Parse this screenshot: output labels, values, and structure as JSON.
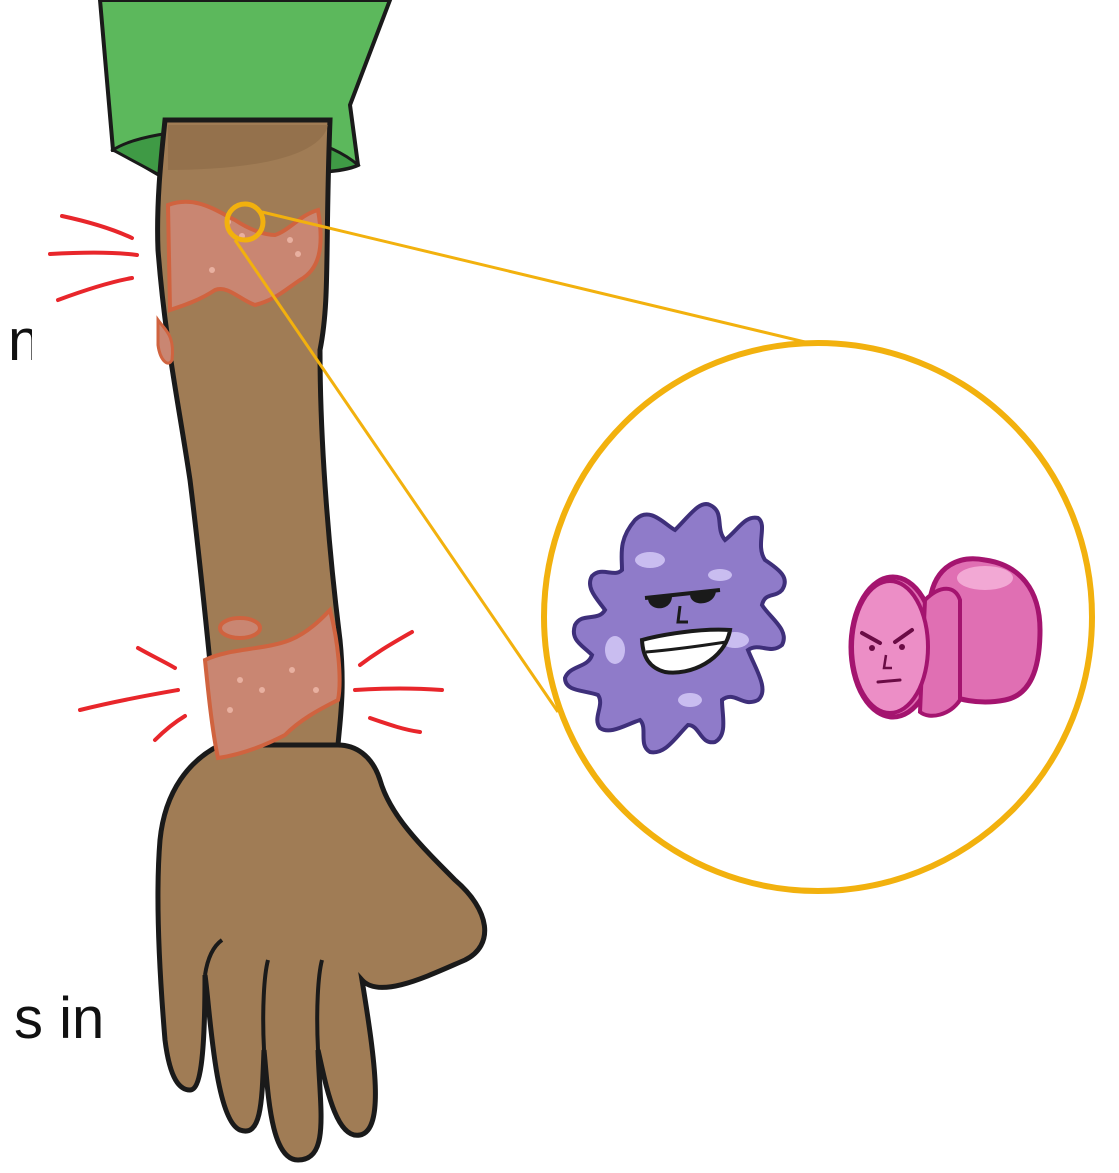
{
  "page": {
    "background": "#ffffff"
  },
  "text_fragments": {
    "top_left": "n",
    "bottom_left": "s in"
  },
  "colors": {
    "sleeve": "#5cb85c",
    "sleeve_dark": "#3f9a45",
    "skin": "#a07c55",
    "skin_shade": "#8c6a46",
    "patch": "#c98672",
    "patch_outline": "#d0633f",
    "zoom_circle": "#f2b10e",
    "itch_marks": "#e8262b",
    "immune_cell": "#8f7bc9",
    "immune_cell_light": "#c9bdf0",
    "immune_cell_outline": "#3e2f7a",
    "t_cell": "#e06fb3",
    "t_cell_light": "#f2a8d4",
    "t_cell_outline": "#a4146f",
    "outline": "#1a1a1a"
  },
  "illustration": {
    "subject": "arm-with-skin-patches",
    "zoom_icons": [
      "dendritic-cell-icon",
      "t-cell-icon"
    ],
    "marks": "itch-marks"
  }
}
